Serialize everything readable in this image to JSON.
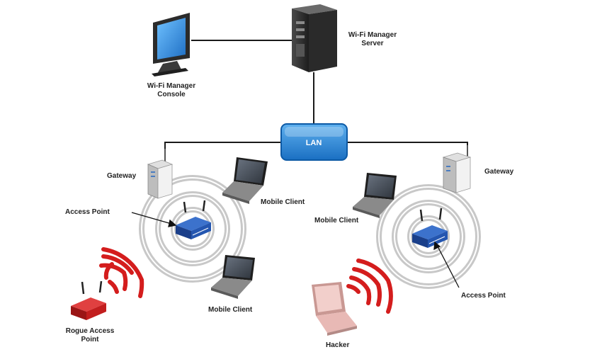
{
  "labels": {
    "console": "Wi-Fi Manager\nConsole",
    "server": "Wi-Fi Manager\nServer",
    "lan": "LAN",
    "gateway_left": "Gateway",
    "gateway_right": "Gateway",
    "access_point_left": "Access Point",
    "access_point_right": "Access Point",
    "mobile_client_top_left": "Mobile Client",
    "mobile_client_bottom_left": "Mobile Client",
    "mobile_client_right": "Mobile Client",
    "rogue_access_point": "Rogue Access\nPoint",
    "hacker": "Hacker"
  },
  "colors": {
    "line": "#1a1a1a",
    "lan_fill": "#2a86d6",
    "lan_stroke": "#0d5aa6",
    "signal_gray": "#c8c8c8",
    "signal_red": "#d41d1d",
    "router_blue": "#1f4fa8",
    "router_red": "#d42222",
    "laptop_pink": "#e8b9b5"
  },
  "icons": {
    "console": "monitor-icon",
    "server": "tower-server-icon",
    "gateway": "gateway-device-icon",
    "router": "wireless-router-icon",
    "laptop": "laptop-icon"
  }
}
